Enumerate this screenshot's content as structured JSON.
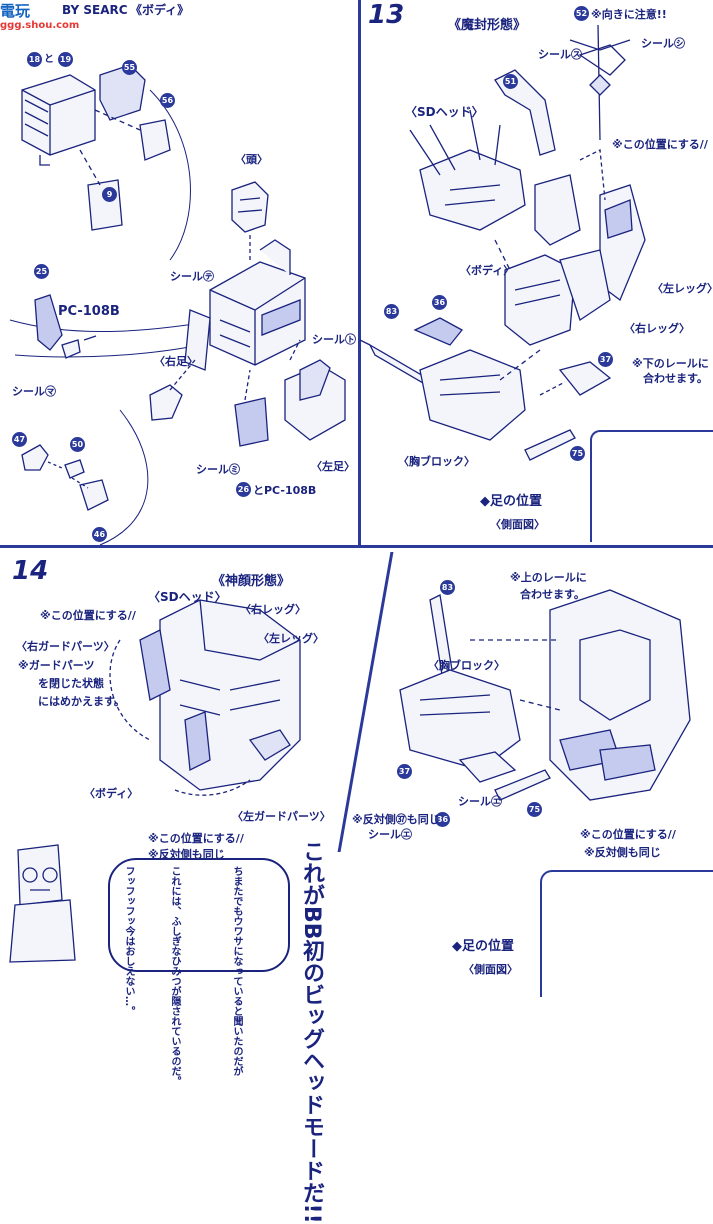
{
  "header": {
    "logo_main": "電玩",
    "logo_sub": "ggg.shou.com",
    "top_left_text": "BY SEARC",
    "top_left_title": "《ボディ》"
  },
  "step13": {
    "number": "13",
    "title": "《魔封形態》",
    "caution": "※向きに注意!!",
    "seal_su": "シール㋜",
    "seal_shi": "シール㋛",
    "sd_head": "〈SDヘッド〉",
    "this_position": "※この位置にする//",
    "body": "〈ボディ〉",
    "left_leg": "〈左レッグ〉",
    "right_leg": "〈右レッグ〉",
    "rail_note_1": "※下のレールに",
    "rail_note_2": "合わせます。",
    "chest_block": "〈胸ブロック〉",
    "foot_position": "◆足の位置",
    "side_view": "〈側面図〉"
  },
  "body_section": {
    "label_18_19": "と",
    "head": "〈頭〉",
    "seal_te": "シール㋢",
    "seal_to": "シール㋣",
    "pc108b": "PC-108B",
    "right_foot": "〈右足〉",
    "seal_ma": "シール㋮",
    "seal_mi": "シール㋯",
    "part26_label": "とPC-108B",
    "left_foot": "〈左足〉"
  },
  "step14": {
    "number": "14",
    "title": "《神顔形態》",
    "sd_head": "〈SDヘッド〉",
    "right_leg": "〈右レッグ〉",
    "this_position": "※この位置にする//",
    "left_leg": "〈左レッグ〉",
    "right_guard": "〈右ガードパーツ〉",
    "guard_note_1": "※ガードパーツ",
    "guard_note_2": "を閉じた状態",
    "guard_note_3": "にはめかえます。",
    "body": "〈ボディ〉",
    "left_guard": "〈左ガードパーツ〉",
    "this_position_2": "※この位置にする//",
    "opposite_same": "※反対側も同じ",
    "rail_upper_1": "※上のレールに",
    "rail_upper_2": "合わせます。",
    "chest_block": "〈胸ブロック〉",
    "seal_e": "シール㋓",
    "opposite_37": "※反対側㊲も同じ",
    "seal_e2": "シール㋓",
    "this_position_3": "※この位置にする//",
    "opposite_same_2": "※反対側も同じ",
    "foot_position": "◆足の位置",
    "side_view": "〈側面図〉"
  },
  "bottom": {
    "big_text": "これがBB初のビッグヘッドモードだ!!",
    "bubble_lines": [
      "ちまたでもウワサになっていると聞いたのだが",
      "これには、ふしぎなひみつが隠されているのだ。",
      "フッフッフッ今はおしえない…。"
    ]
  },
  "badges": [
    "18",
    "19",
    "55",
    "56",
    "9",
    "25",
    "50",
    "47",
    "46",
    "26",
    "52",
    "51",
    "83",
    "36",
    "37",
    "75",
    "83",
    "37",
    "36",
    "75"
  ],
  "colors": {
    "ink": "#1a237e",
    "accent": "#2b3a9a",
    "logo": "#1565c0"
  }
}
